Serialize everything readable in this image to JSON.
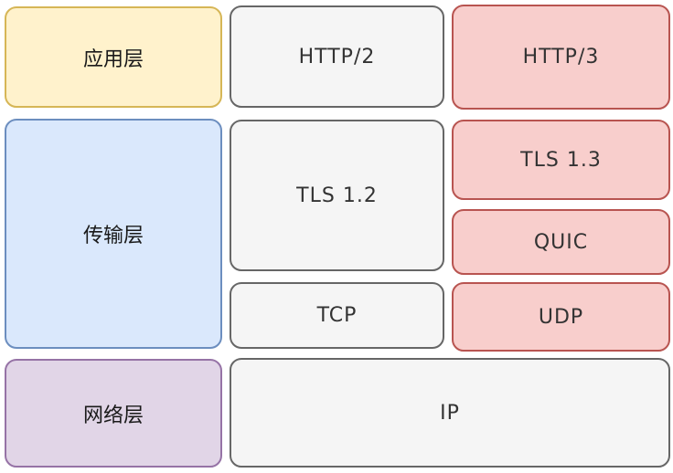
{
  "layers": {
    "application": {
      "label": "应用层"
    },
    "transport": {
      "label": "传输层"
    },
    "network": {
      "label": "网络层"
    }
  },
  "http2_stack": {
    "http2": {
      "label": "HTTP/2"
    },
    "tls12": {
      "label": "TLS 1.2"
    },
    "tcp": {
      "label": "TCP"
    }
  },
  "http3_stack": {
    "http3": {
      "label": "HTTP/3"
    },
    "tls13": {
      "label": "TLS 1.3"
    },
    "quic": {
      "label": "QUIC"
    },
    "udp": {
      "label": "UDP"
    }
  },
  "shared": {
    "ip": {
      "label": "IP"
    }
  },
  "colors": {
    "application_layer_fill": "#fff2cc",
    "application_layer_border": "#d6b656",
    "transport_layer_fill": "#dae8fc",
    "transport_layer_border": "#6c8ebf",
    "network_layer_fill": "#e1d5e7",
    "network_layer_border": "#9673a6",
    "http3_stack_fill": "#f8cecc",
    "http3_stack_border": "#b85450",
    "http2_stack_fill": "#f5f5f5",
    "http2_stack_border": "#666666",
    "background": "#ffffff",
    "text": "#333333"
  }
}
